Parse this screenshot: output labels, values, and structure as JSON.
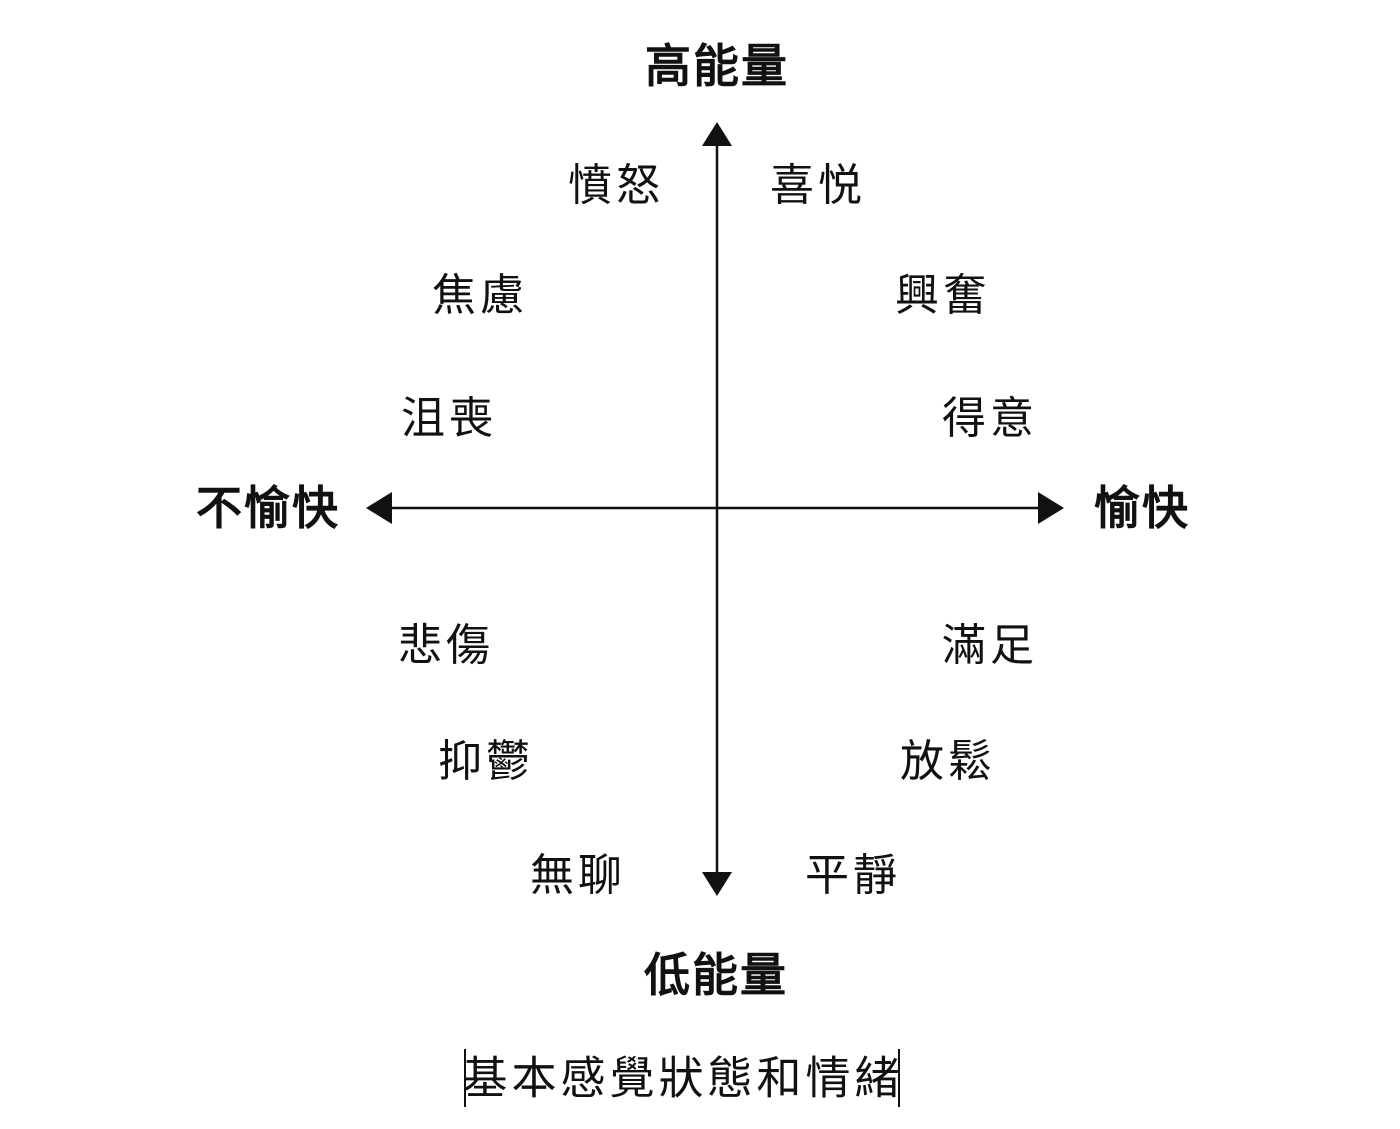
{
  "colors": {
    "ink": "#111111",
    "background": "#ffffff"
  },
  "axes": {
    "vertical_axis_name": "energy",
    "horizontal_axis_name": "pleasantness",
    "top_label": "高能量",
    "bottom_label": "低能量",
    "left_label": "不愉快",
    "right_label": "愉快"
  },
  "quadrants": {
    "high_energy_unpleasant": {
      "items": [
        "憤怒",
        "焦慮",
        "沮喪"
      ]
    },
    "high_energy_pleasant": {
      "items": [
        "喜悦",
        "興奮",
        "得意"
      ]
    },
    "low_energy_unpleasant": {
      "items": [
        "悲傷",
        "抑鬱",
        "無聊"
      ]
    },
    "low_energy_pleasant": {
      "items": [
        "滿足",
        "放鬆",
        "平靜"
      ]
    }
  },
  "caption": "基本感覺狀態和情緒"
}
